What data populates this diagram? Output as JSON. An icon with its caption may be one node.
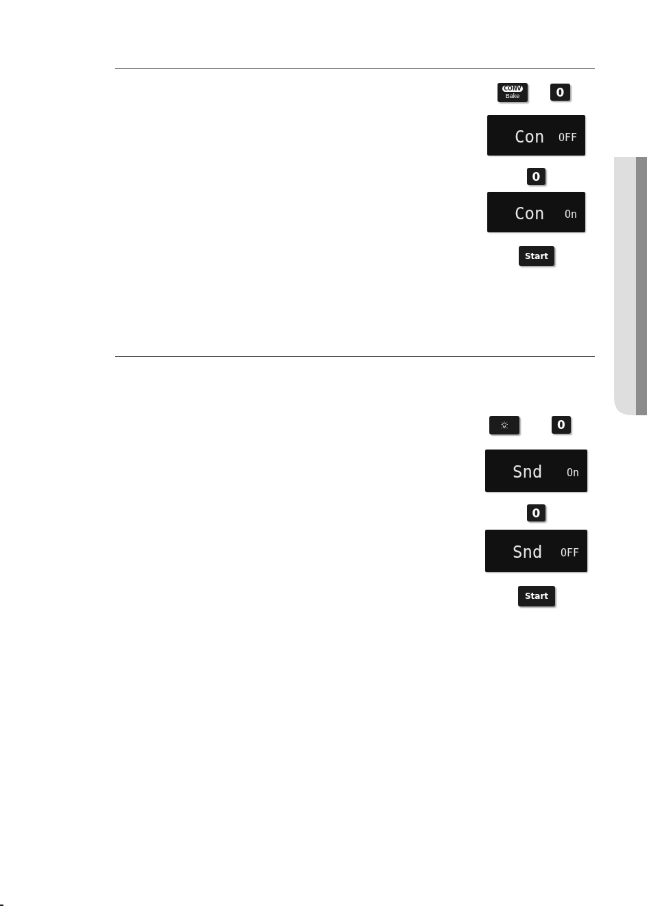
{
  "diagram": {
    "nodes": [
      {
        "text": [
          "CONV",
          "Bake"
        ]
      },
      {
        "text": [
          "0"
        ]
      },
      {
        "text": [
          "Con",
          "OFF"
        ]
      },
      {
        "text": [
          "0"
        ]
      },
      {
        "text": [
          "Con",
          "On"
        ]
      },
      {
        "text": [
          "Start"
        ]
      },
      {
        "text": [],
        "shape": "box"
      },
      {
        "text": [
          "0"
        ]
      },
      {
        "text": [
          "Snd",
          "On"
        ]
      },
      {
        "text": [
          "0"
        ]
      },
      {
        "text": [
          "Snd",
          "OFF"
        ]
      },
      {
        "text": [
          "Start"
        ]
      }
    ]
  }
}
